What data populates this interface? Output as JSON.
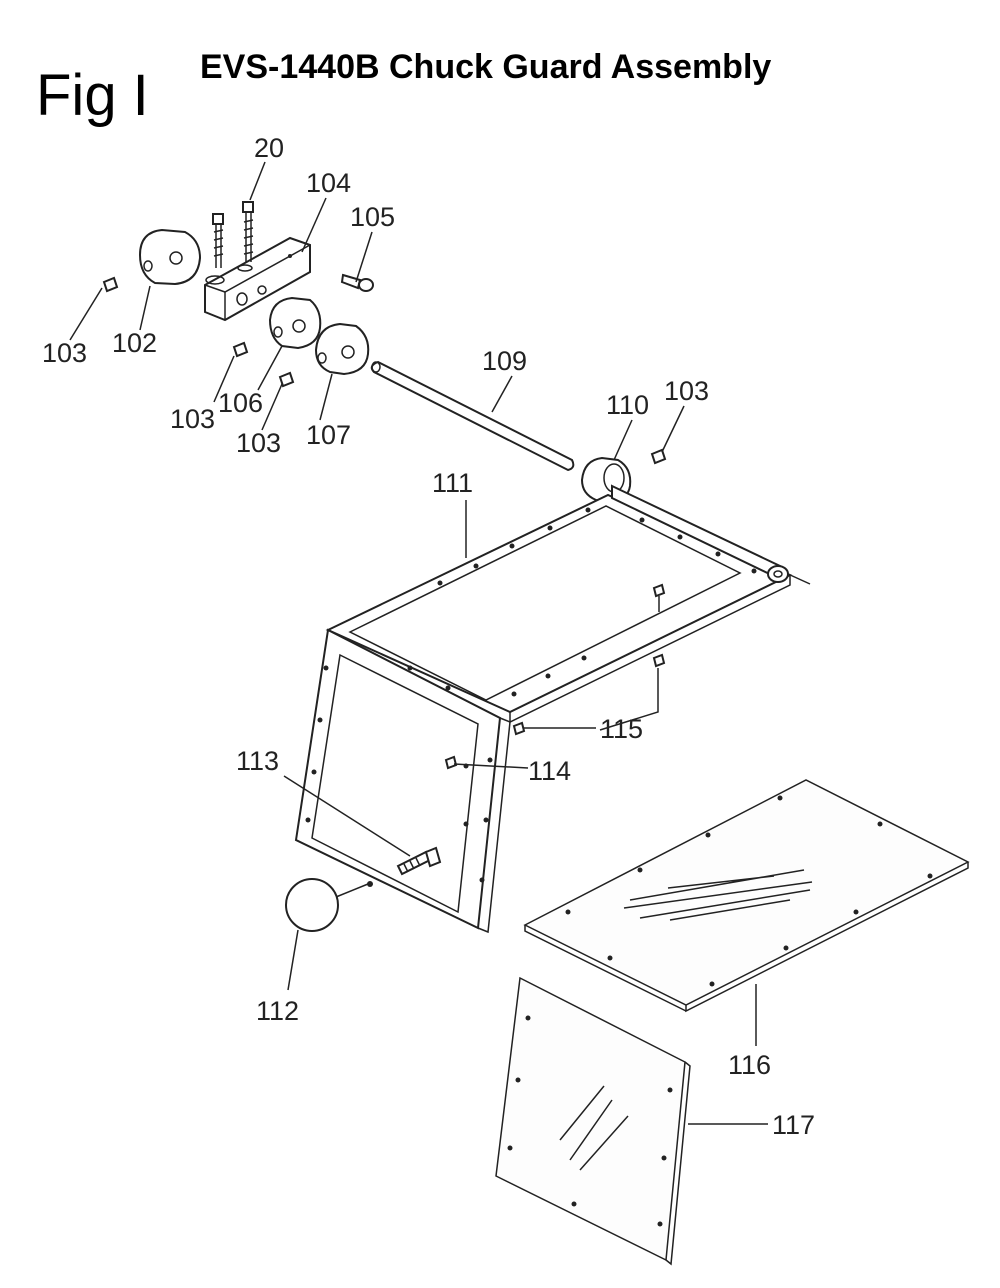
{
  "figure": {
    "label": "Fig I",
    "title": "EVS-1440B Chuck Guard Assembly"
  },
  "callouts": {
    "c20": "20",
    "c104": "104",
    "c105": "105",
    "c103a": "103",
    "c102": "102",
    "c103b": "103",
    "c106": "106",
    "c103c": "103",
    "c107": "107",
    "c109": "109",
    "c110": "110",
    "c103d": "103",
    "c111": "111",
    "c113": "113",
    "c115": "115",
    "c114": "114",
    "c112": "112",
    "c116": "116",
    "c117": "117"
  }
}
